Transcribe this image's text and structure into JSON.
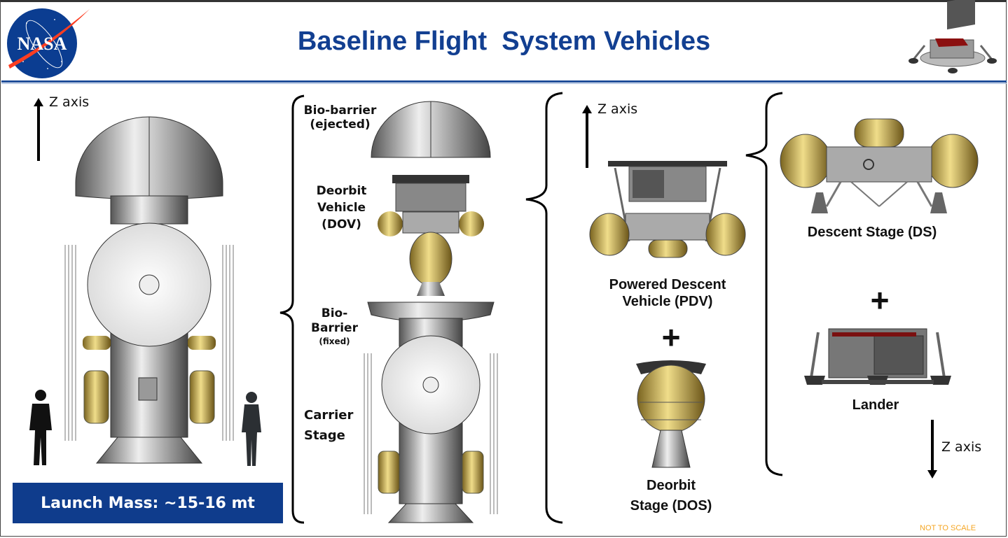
{
  "header": {
    "title": "Baseline Flight  System Vehicles",
    "logo_text": "NASA"
  },
  "left_panel": {
    "axis_label": "Z axis",
    "launch_mass": "Launch Mass: ~15-16 mt"
  },
  "middle_panel": {
    "bio_barrier_ejected": [
      "Bio-barrier",
      "(ejected)"
    ],
    "deorbit_vehicle": [
      "Deorbit",
      "Vehicle",
      "(DOV)"
    ],
    "bio_barrier_fixed": [
      "Bio-",
      "Barrier",
      "(fixed)"
    ],
    "carrier_stage": [
      "Carrier",
      "Stage"
    ]
  },
  "right_panel": {
    "axis_label": "Z axis",
    "pdv": [
      "Powered Descent",
      "Vehicle (PDV)"
    ],
    "plus": "+",
    "dos": [
      "Deorbit",
      "Stage (DOS)"
    ]
  },
  "far_right_panel": {
    "descent_stage": "Descent Stage (DS)",
    "plus": "+",
    "lander": "Lander",
    "axis_label": "Z axis"
  },
  "footer": {
    "note": "NOT TO SCALE"
  },
  "colors": {
    "title_blue": "#123f91",
    "mass_box": "#0f3c8c",
    "note_orange": "#f5a623",
    "tank_gold": "#c9a93a"
  }
}
